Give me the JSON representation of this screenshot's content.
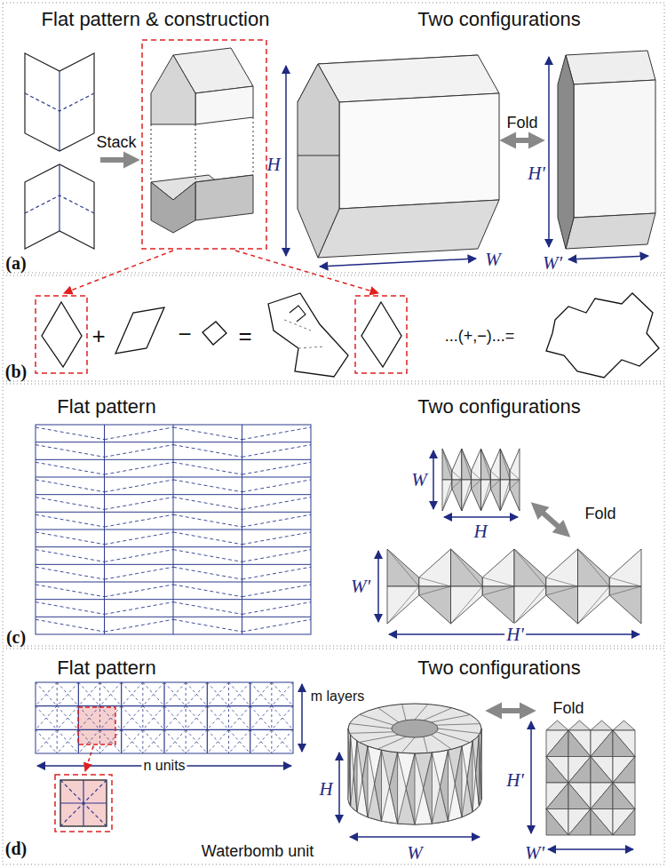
{
  "diagram": {
    "labels": [
      "Flat pattern & construction",
      "Two configurations",
      "Stack",
      "H",
      "W",
      "Fold",
      "H'",
      "W'",
      "(a)",
      "+",
      "−",
      "=",
      "...(+,−)...=",
      "(b)",
      "Flat pattern",
      "Two configurations",
      "W",
      "H",
      "Fold",
      "W'",
      "H'",
      "(c)",
      "Flat pattern",
      "Two configurations",
      "m layers",
      "n units",
      "H",
      "W",
      "Fold",
      "H'",
      "W'",
      "(d)",
      "Waterbomb unit"
    ]
  }
}
